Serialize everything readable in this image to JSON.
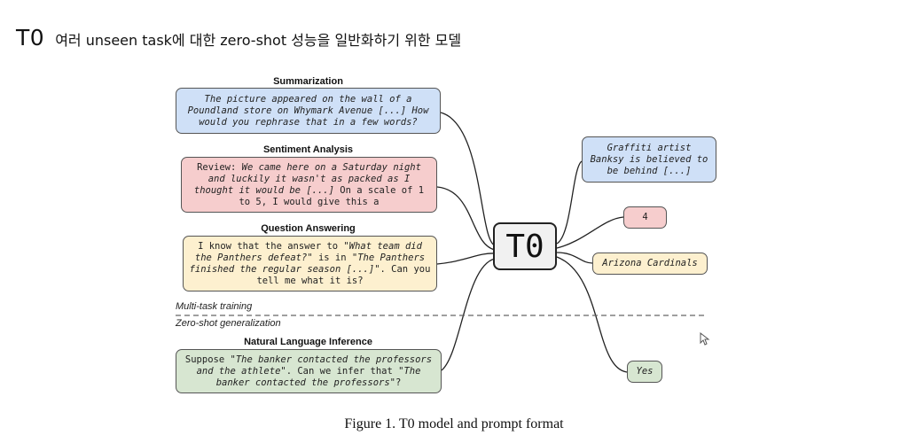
{
  "header": {
    "logo": "T0",
    "subtitle": "여러 unseen task에 대한 zero-shot 성능을 일반화하기 위한 모델"
  },
  "figure": {
    "model_label": "T0",
    "training_label": "Multi-task training",
    "zeroshot_label": "Zero-shot generalization",
    "caption": "Figure 1. T0 model and prompt format",
    "inputs": [
      {
        "title": "Summarization",
        "parts": [
          {
            "t": "The picture appeared on the wall of a Poundland store on Whymark Avenue [...] How would you rephrase that in a few words?",
            "i": true
          }
        ]
      },
      {
        "title": "Sentiment Analysis",
        "parts": [
          {
            "t": "Review: ",
            "i": false
          },
          {
            "t": "We came here on a Saturday night and luckily it wasn't as packed as I thought it would be [...]",
            "i": true
          },
          {
            "t": " On a scale of 1 to 5, I would give this a",
            "i": false
          }
        ]
      },
      {
        "title": "Question Answering",
        "parts": [
          {
            "t": "I know that the answer to \"",
            "i": false
          },
          {
            "t": "What team did the Panthers defeat?",
            "i": true
          },
          {
            "t": "\" is in \"",
            "i": false
          },
          {
            "t": "The Panthers finished the regular season [...]",
            "i": true
          },
          {
            "t": "\". Can you tell me what it is?",
            "i": false
          }
        ]
      },
      {
        "title": "Natural Language Inference",
        "parts": [
          {
            "t": "Suppose \"",
            "i": false
          },
          {
            "t": "The banker contacted the professors and the athlete",
            "i": true
          },
          {
            "t": "\". Can we infer that \"",
            "i": false
          },
          {
            "t": "The banker contacted the professors",
            "i": true
          },
          {
            "t": "\"?",
            "i": false
          }
        ]
      }
    ],
    "outputs": [
      {
        "text": "Graffiti artist Banksy is believed to be behind [...]",
        "italic": true
      },
      {
        "text": "4",
        "italic": false
      },
      {
        "text": "Arizona Cardinals",
        "italic": true
      },
      {
        "text": "Yes",
        "italic": true
      }
    ]
  }
}
